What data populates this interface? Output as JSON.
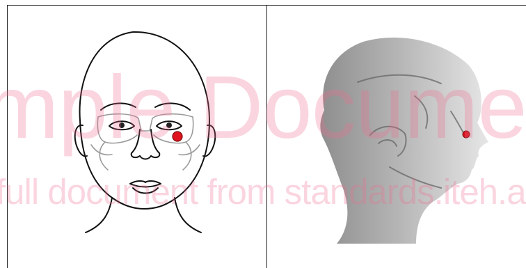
{
  "figure": {
    "left_panel": {
      "content": "frontal-face-line-drawing",
      "marker_color": "#e0141e"
    },
    "right_panel": {
      "content": "profile-head-3d-scan",
      "marker_color": "#d8121c"
    }
  },
  "watermark": {
    "line1": "mple Docume",
    "line2": "full document from standards.iteh.a"
  }
}
